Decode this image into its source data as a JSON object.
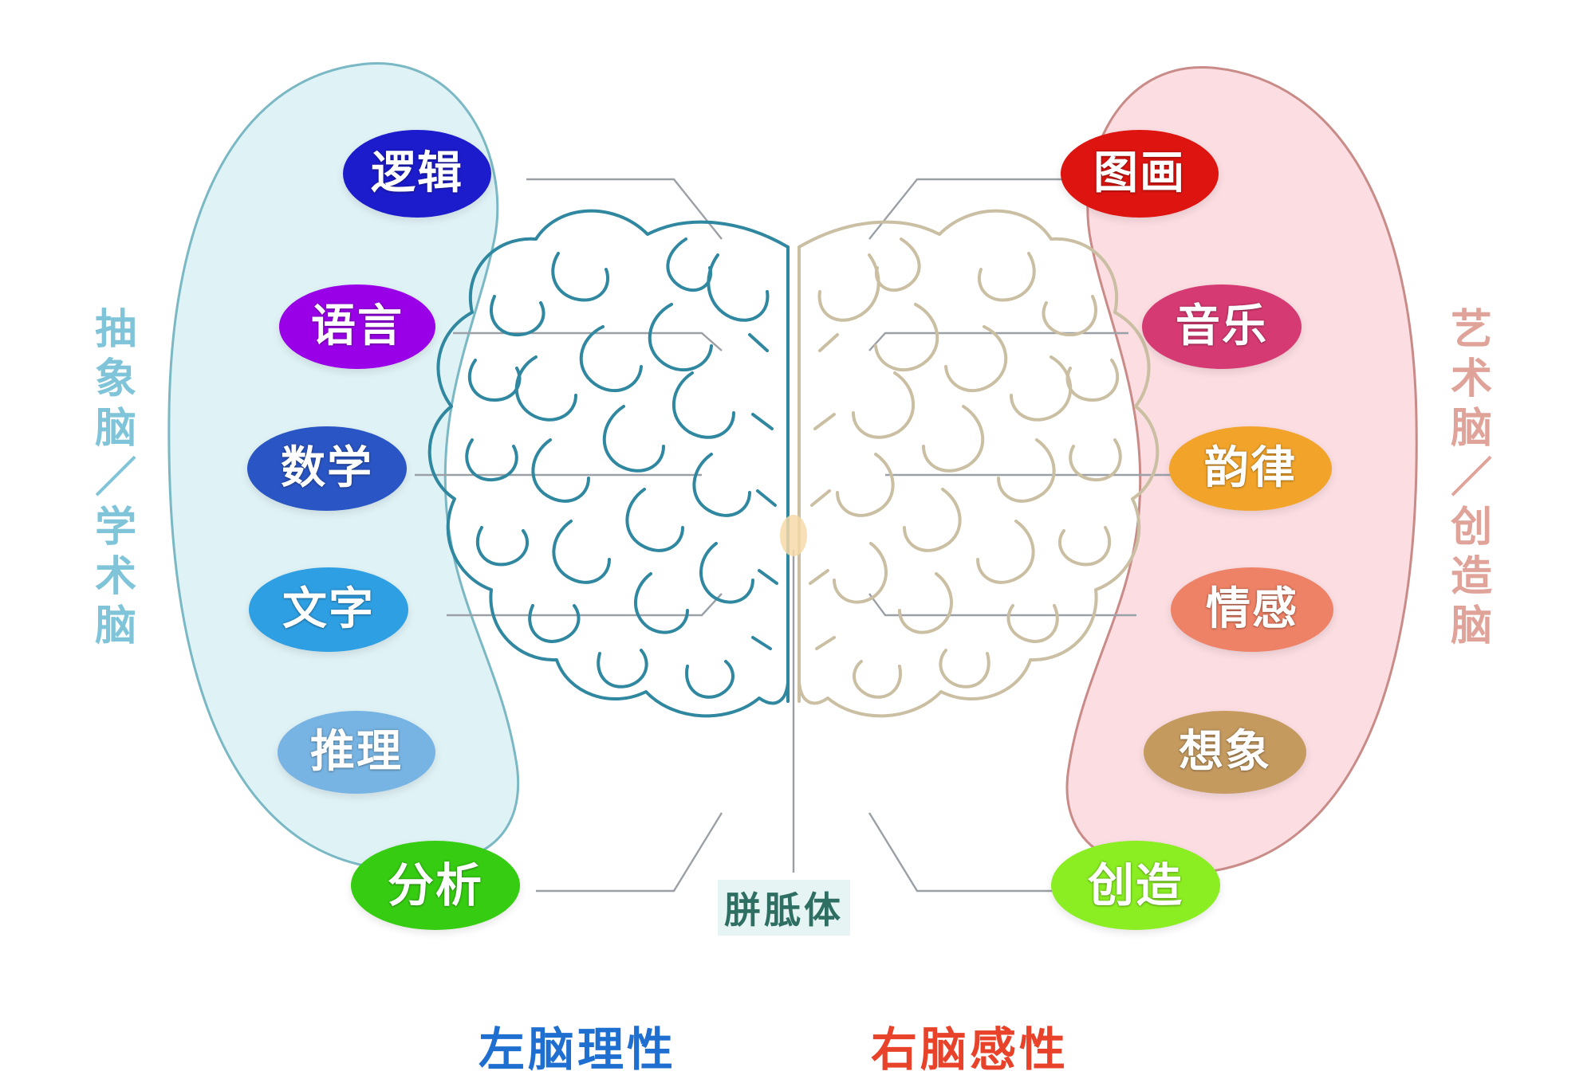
{
  "diagram": {
    "title_left_bottom": "左脑理性",
    "title_right_bottom": "右脑感性",
    "left_bottom_color": "#1f6fd0",
    "right_bottom_color": "#e8432a",
    "center_label": "胼胝体",
    "left_side_label": "抽象脑／学术脑",
    "right_side_label": "艺术脑／创造脑",
    "left_side_color": "#7fc4d8",
    "right_side_color": "#e0a39a",
    "left_blob_fill": "#dff2f6",
    "left_blob_stroke": "#7ab8c4",
    "right_blob_fill": "#fbdde2",
    "right_blob_stroke": "#c98b88",
    "left_brain_stroke": "#2f87a0",
    "right_brain_stroke": "#cbbfa3",
    "connector_color": "#9aa0a6"
  },
  "left_hemisphere": {
    "name": "左脑",
    "items": [
      {
        "label": "逻辑",
        "color": "#1c1ccc"
      },
      {
        "label": "语言",
        "color": "#9a00e8"
      },
      {
        "label": "数学",
        "color": "#2a55c4"
      },
      {
        "label": "文字",
        "color": "#2e9fe2"
      },
      {
        "label": "推理",
        "color": "#77b4e3"
      },
      {
        "label": "分析",
        "color": "#36cc12"
      }
    ]
  },
  "right_hemisphere": {
    "name": "右脑",
    "items": [
      {
        "label": "图画",
        "color": "#dd1410"
      },
      {
        "label": "音乐",
        "color": "#d63a72"
      },
      {
        "label": "韵律",
        "color": "#f2a42a"
      },
      {
        "label": "情感",
        "color": "#ee8266"
      },
      {
        "label": "想象",
        "color": "#c59a5f"
      },
      {
        "label": "创造",
        "color": "#8aee22"
      }
    ]
  }
}
